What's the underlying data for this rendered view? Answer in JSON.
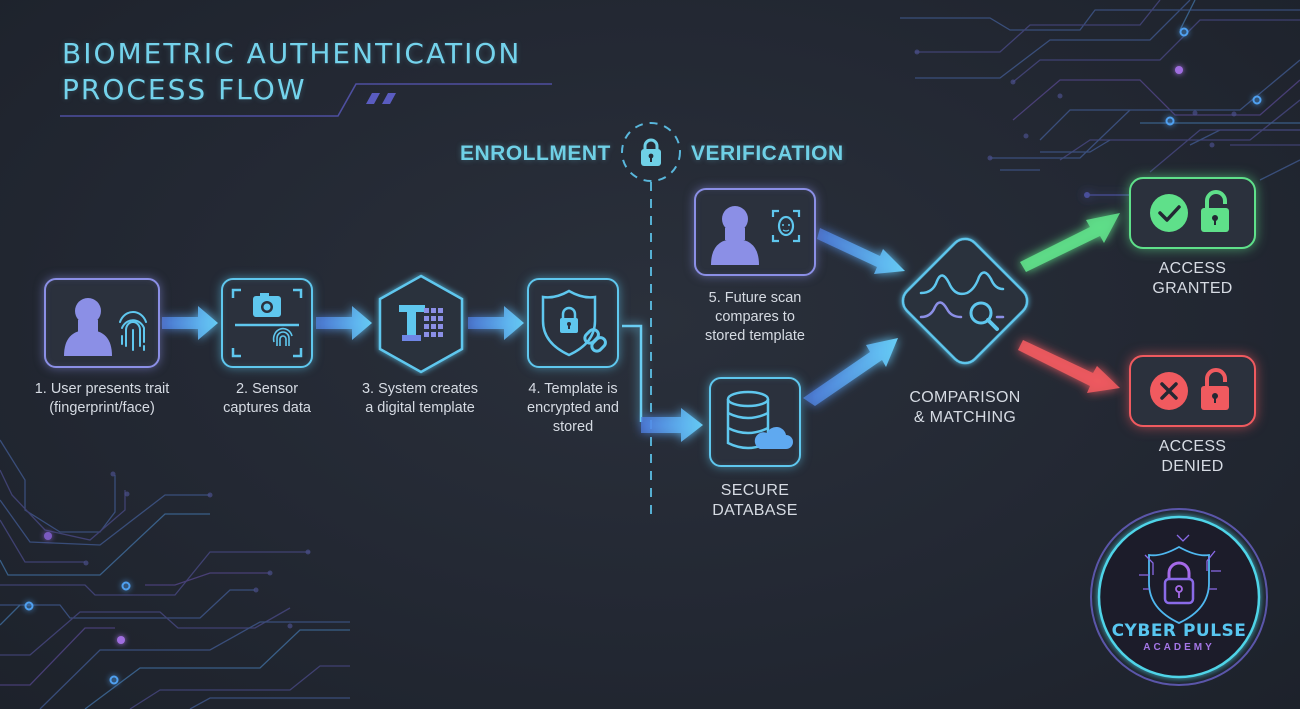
{
  "title": {
    "line1": "BIOMETRIC AUTHENTICATION",
    "line2": "PROCESS FLOW"
  },
  "phases": {
    "left": "ENROLLMENT",
    "right": "VERIFICATION",
    "divider_icon": "lock-icon"
  },
  "steps": [
    {
      "id": "step-1",
      "icon": "user-fingerprint-icon",
      "lines": [
        "1. User presents trait",
        "(fingerprint/face)"
      ]
    },
    {
      "id": "step-2",
      "icon": "camera-sensor-icon",
      "lines": [
        "2. Sensor",
        "captures data"
      ]
    },
    {
      "id": "step-3",
      "icon": "template-grid-icon",
      "lines": [
        "3. System creates",
        "a digital template"
      ]
    },
    {
      "id": "step-4",
      "icon": "shield-lock-link-icon",
      "lines": [
        "4. Template is",
        "encrypted and",
        "stored"
      ]
    },
    {
      "id": "step-5",
      "icon": "user-face-scan-icon",
      "lines": [
        "5. Future scan",
        "compares to",
        "stored template"
      ]
    }
  ],
  "database": {
    "icon": "database-cloud-icon",
    "lines": [
      "SECURE",
      "DATABASE"
    ]
  },
  "matching": {
    "icon": "waveform-magnifier-icon",
    "lines": [
      "COMPARISON",
      "& MATCHING"
    ]
  },
  "outcomes": [
    {
      "id": "granted",
      "icon": "check-unlock-icon",
      "lines": [
        "ACCESS",
        "GRANTED"
      ],
      "color": "#5fe08a"
    },
    {
      "id": "denied",
      "icon": "x-unlock-icon",
      "lines": [
        "ACCESS",
        "DENIED"
      ],
      "color": "#f05a5f"
    }
  ],
  "logo": {
    "name": "CYBER PULSE",
    "subtitle": "ACADEMY"
  },
  "colors": {
    "accent_cyan": "#5fc7ee",
    "accent_violet": "#8b8fe6",
    "title": "#74d3ec",
    "success": "#5fe08a",
    "danger": "#f05a5f",
    "background": "#232833"
  }
}
